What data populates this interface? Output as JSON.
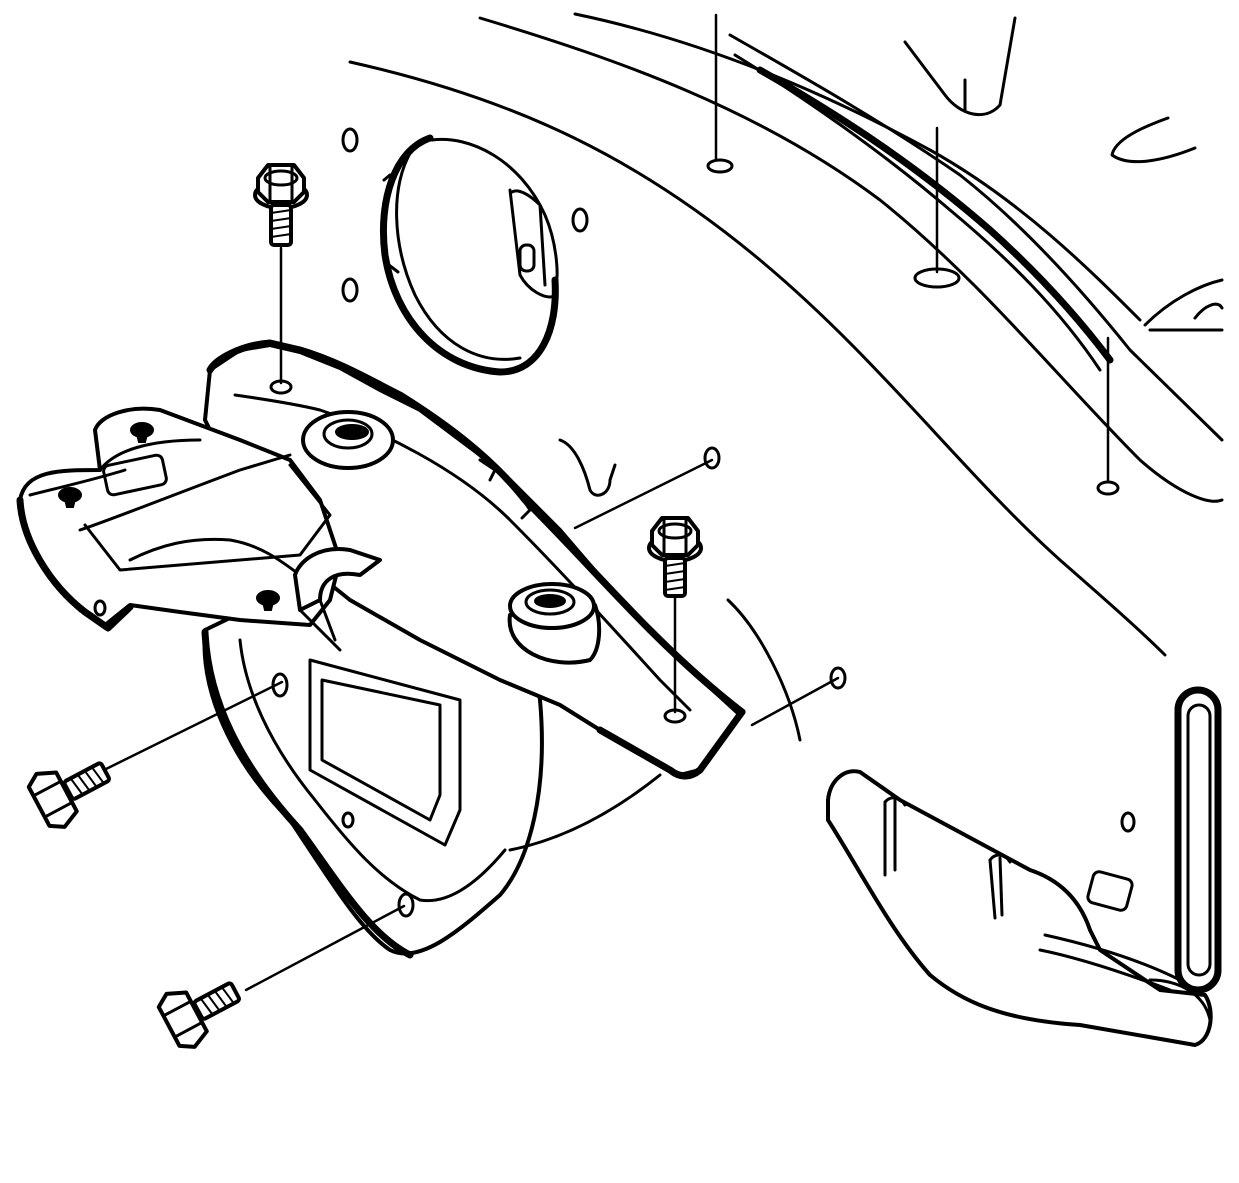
{
  "figure": {
    "kind": "exploded-view line drawing",
    "colors": {
      "stroke": "#000000",
      "background": "#ffffff"
    },
    "fasteners": [
      {
        "id": "bolt-top-left",
        "icon": "hex-flange-bolt-icon",
        "direction": "down"
      },
      {
        "id": "bolt-top-middle",
        "icon": "hex-flange-bolt-icon",
        "direction": "down"
      },
      {
        "id": "bolt-lower-left",
        "icon": "hex-flange-bolt-icon",
        "direction": "right"
      },
      {
        "id": "bolt-bottom-left",
        "icon": "hex-flange-bolt-icon",
        "direction": "right"
      }
    ],
    "parts": [
      {
        "id": "body-panel",
        "icon": "body-panel-icon"
      },
      {
        "id": "circular-access-cover",
        "icon": "access-cover-icon"
      },
      {
        "id": "mounting-bracket",
        "icon": "bracket-icon"
      },
      {
        "id": "lower-shield",
        "icon": "shield-icon"
      },
      {
        "id": "right-side-trim",
        "icon": "trim-piece-icon"
      }
    ]
  }
}
